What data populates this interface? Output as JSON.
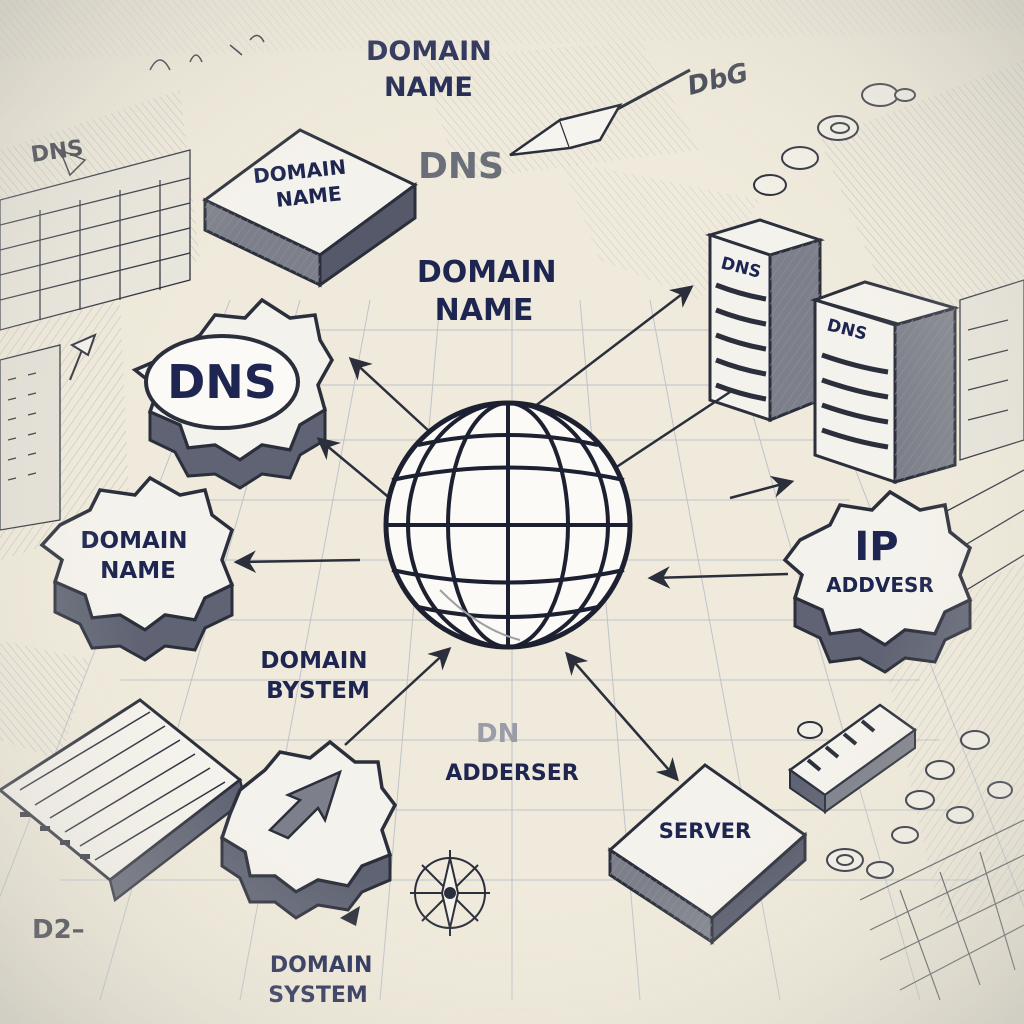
{
  "colors": {
    "paper": "#efeadb",
    "ink": "#2b2f3c",
    "label_ink": "#1d2550",
    "panel": "#f4f2ec",
    "shade": "#9a9ca4",
    "grid": "#b9bfca"
  },
  "labels": {
    "top_domain_name": "DOMAIN\nNAME",
    "top_dns_scribble": "DNS",
    "top_dns_small": "DNS",
    "top_right_scribble": "DbG",
    "domain_name_block": "DOMAIN\nNAME",
    "center_domain_name": "DOMAIN\nNAME",
    "dns_gear": "DNS",
    "left_gear": "DOMAIN\nNAME",
    "server_tower_1": "DNS",
    "server_tower_2": "DNS",
    "ip_gear": "IP\nADDVESR",
    "domain_system_mid": "DOMAIN\nBYSTEM",
    "dn_faint": "DN",
    "adderser": "ADDERSER",
    "server_block": "SERVER",
    "bottom_domain_system": "DOMAIN\nSYSTEM",
    "bottom_left_scribble": "D2–"
  },
  "icons": {
    "globe": "globe-icon",
    "gear": "gear-icon",
    "server": "server-rack-icon",
    "compass": "compass-icon",
    "arrow": "arrow-icon"
  }
}
